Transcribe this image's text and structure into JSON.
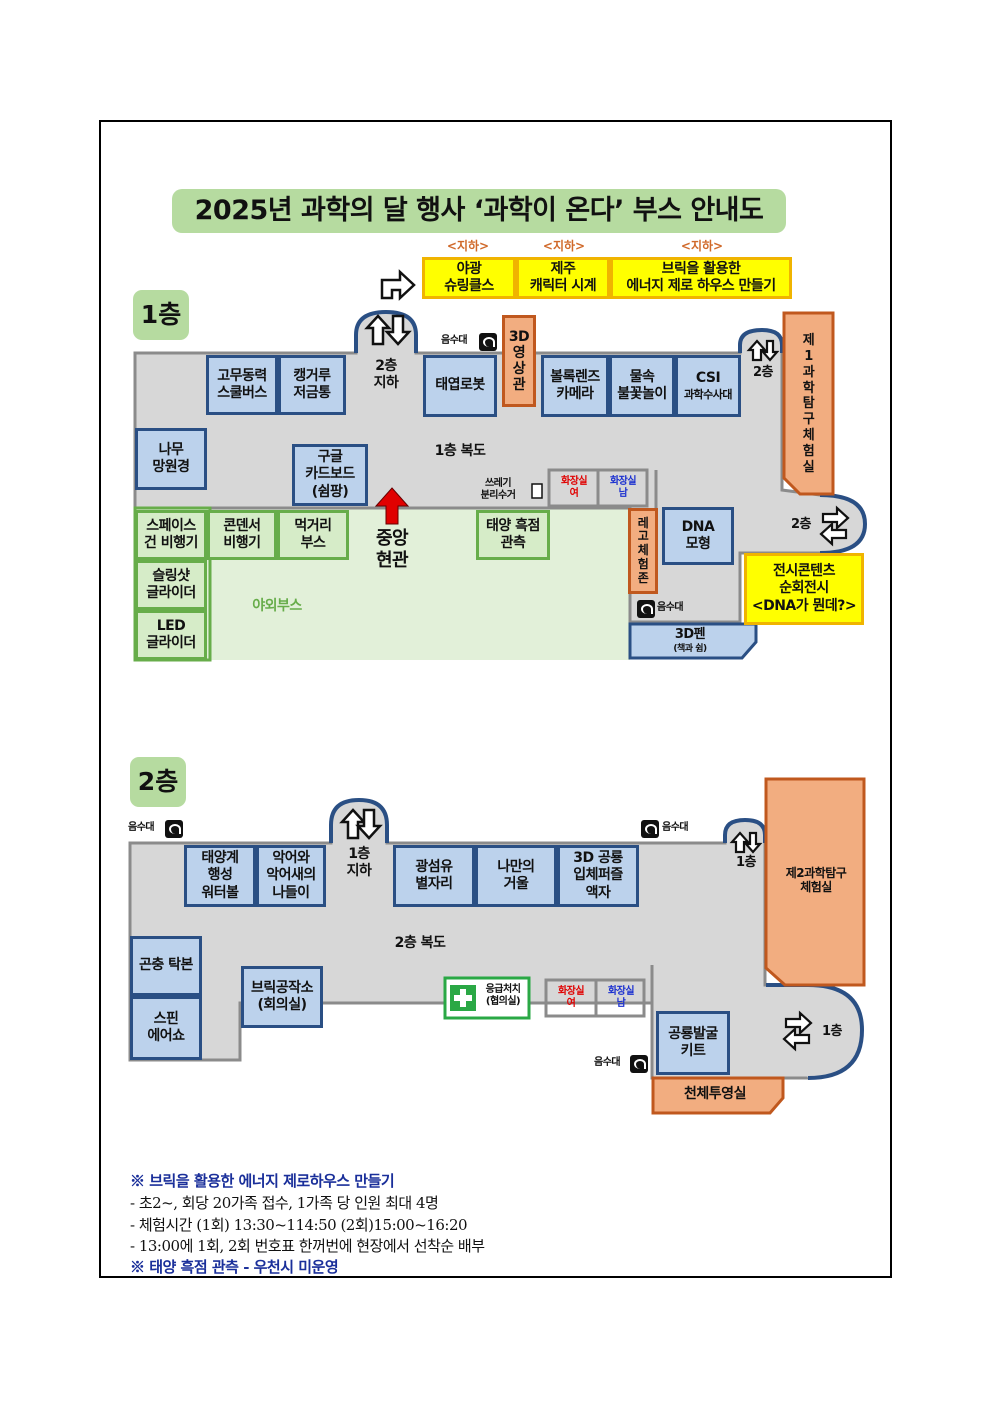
{
  "title": "2025년 과학의 달 행사 ‘과학이 온다’ 부스 안내도",
  "floor1": {
    "label": "1층",
    "basement": [
      {
        "tag": "<지하>",
        "name": "야광\n슈링클스"
      },
      {
        "tag": "<지하>",
        "name": "제주\n캐릭터 시계"
      },
      {
        "tag": "<지하>",
        "name": "브릭을 활용한\n에너지 제로 하우스 만들기"
      }
    ],
    "booths": {
      "rubber_scooter": "고무동력\n스쿨버스",
      "kangaroo": "캥거루\n저금통",
      "solar_robot": "태엽로봇",
      "video_hall": "3D\n영\n상\n관",
      "ball_lens": "볼록렌즈\n카메라",
      "water": "물속\n불꽃놀이",
      "csi_big": "CSI",
      "csi_small": "과학수사대",
      "explore1": "제\n1\n과\n학\n탐\n구\n체\n험\n실",
      "telescope": "나무\n망원경",
      "cardboard": "구글\n카드보드\n(쉼팡)",
      "space_gun": "스페이스\n건 비행기",
      "condenser": "콘덴서\n비행기",
      "food": "먹거리\n부스",
      "sunspot": "태양 흑점\n관측",
      "sling": "슬링샷\n글라이더",
      "led": "LED\n글라이더",
      "lego": "레\n고\n체\n험\n존",
      "dna": "DNA\n모형",
      "exhibit": "전시콘텐츠\n순회전시\n<DNA가 뭔데?>",
      "pen_main": "3D펜",
      "pen_sub": "(책과 쉼)"
    },
    "stair_center": "2층\n지하",
    "stair_right": "2층",
    "stair_right2": "2층",
    "corridor": "1층 복도",
    "entrance": "중앙\n현관",
    "outdoor": "야외부스",
    "water1": "음수대",
    "water2": "음수대",
    "trash": "쓰레기\n분리수거",
    "wc_f": "화장실\n여",
    "wc_m": "화장실\n남"
  },
  "floor2": {
    "label": "2층",
    "booths": {
      "solar_water": "태양계\n행성\n워터볼",
      "crocodile": "악어와\n악어새의\n나들이",
      "fiber": "광섬유\n별자리",
      "mirror": "나만의\n거울",
      "puzzle": "3D 공룡\n입체퍼즐\n액자",
      "explore2": "제2과학탐구\n체험실",
      "insect": "곤충 탁본",
      "spin": "스핀\n에어쇼",
      "brick_office": "브릭공작소\n(회의실)",
      "first_aid": "응급처치\n(협의실)",
      "dino": "공룡발굴\n키트",
      "planet": "천체투영실"
    },
    "stair_center": "1층\n지하",
    "stair_right": "1층",
    "stair_right2": "1층",
    "corridor": "2층 복도",
    "water1": "음수대",
    "water2": "음수대",
    "water3": "음수대",
    "wc_f": "화장실\n여",
    "wc_m": "화장실\n남"
  },
  "notes": {
    "heading1": "※ 브릭을 활용한 에너지 제로하우스 만들기",
    "line1": " - 초2~, 회당 20가족 접수, 1가족 당 인원 최대 4명",
    "line2": " - 체험시간 (1회) 13:30~114:50 (2회)15:00~16:20",
    "line3": " - 13:00에 1회, 2회 번호표 한꺼번에 현장에서 선착순 배부",
    "heading2": "※ 태양 흑점 관측 - 우천시 미운영"
  },
  "colors": {
    "corridor": "#d7d7d7",
    "blue_fill": "#bcd2ec",
    "green_fill": "#d6ecc8",
    "orange_fill": "#f2ad80",
    "yellow_fill": "#ffff00",
    "title_bg": "#b6dba0"
  }
}
